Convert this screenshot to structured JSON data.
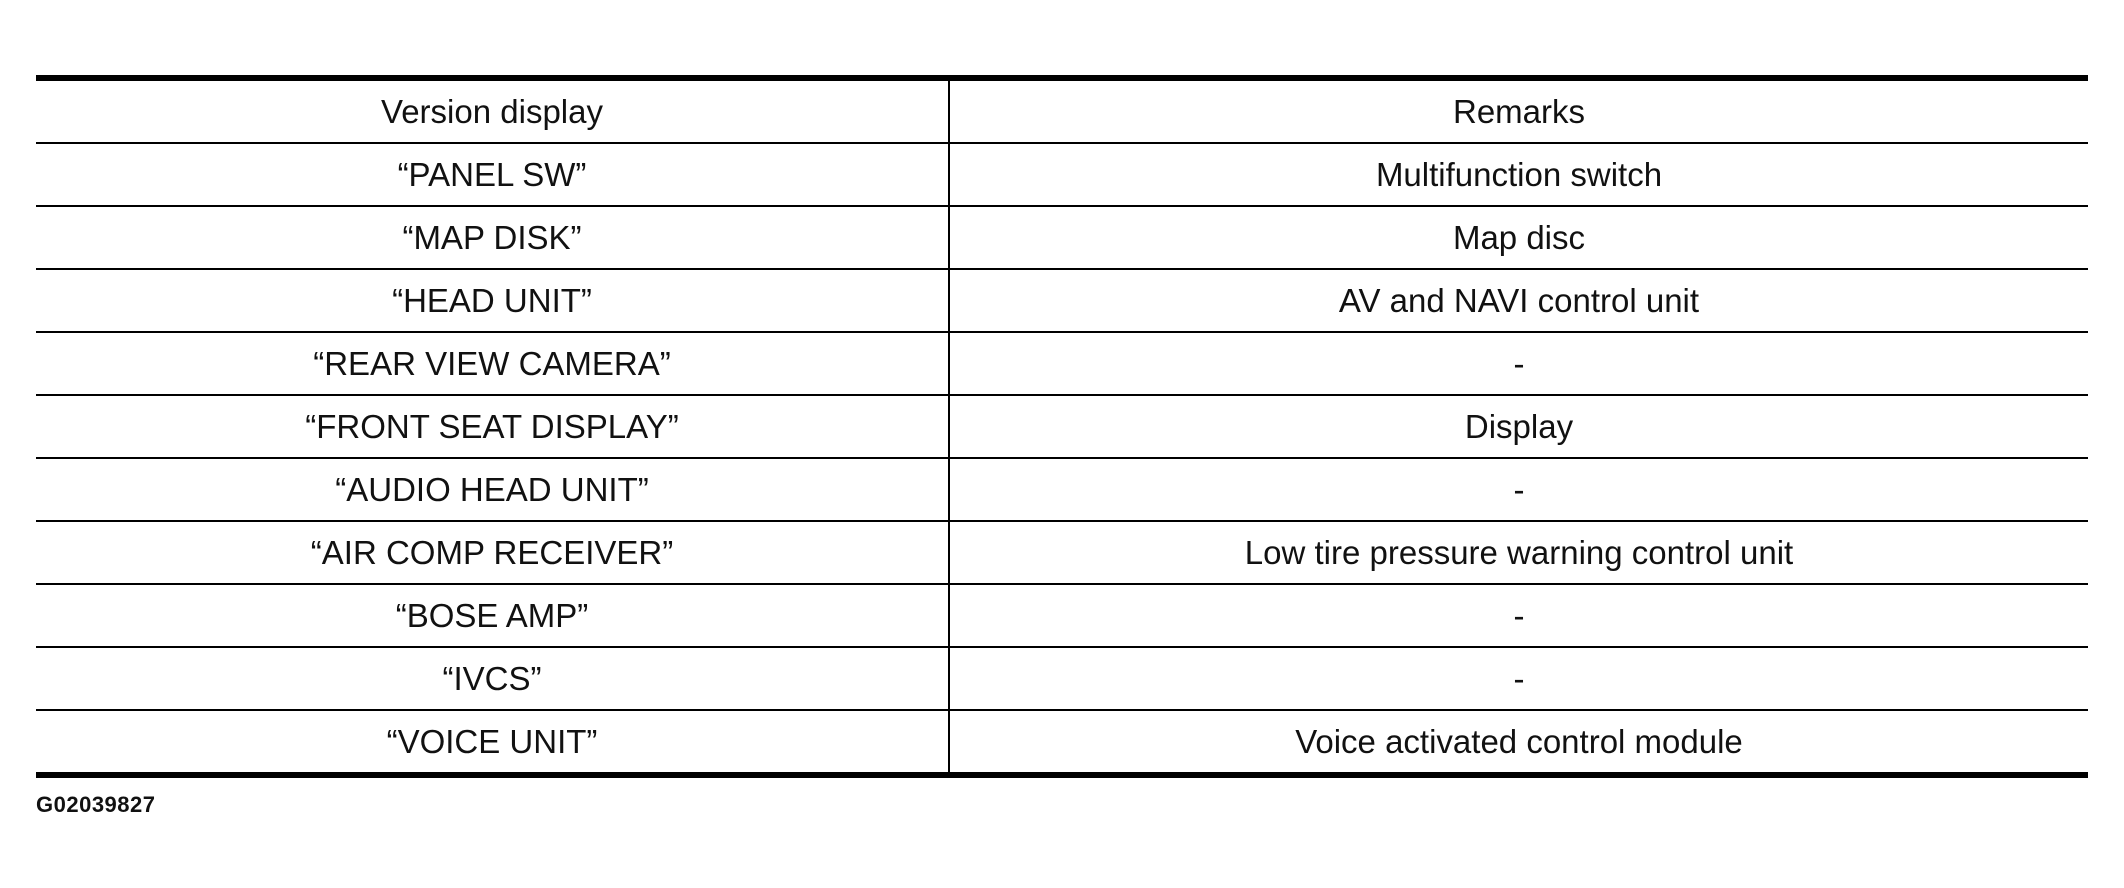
{
  "table": {
    "headers": [
      "Version display",
      "Remarks"
    ],
    "rows": [
      [
        "“PANEL SW”",
        "Multifunction switch"
      ],
      [
        "“MAP DISK”",
        "Map disc"
      ],
      [
        "“HEAD UNIT”",
        "AV and NAVI control unit"
      ],
      [
        "“REAR VIEW CAMERA”",
        "-"
      ],
      [
        "“FRONT SEAT DISPLAY”",
        "Display"
      ],
      [
        "“AUDIO HEAD UNIT”",
        "-"
      ],
      [
        "“AIR COMP RECEIVER”",
        "Low tire pressure warning control unit"
      ],
      [
        "“BOSE AMP”",
        "-"
      ],
      [
        "“IVCS”",
        "-"
      ],
      [
        "“VOICE UNIT”",
        "Voice activated control module"
      ]
    ]
  },
  "figure_code": "G02039827"
}
